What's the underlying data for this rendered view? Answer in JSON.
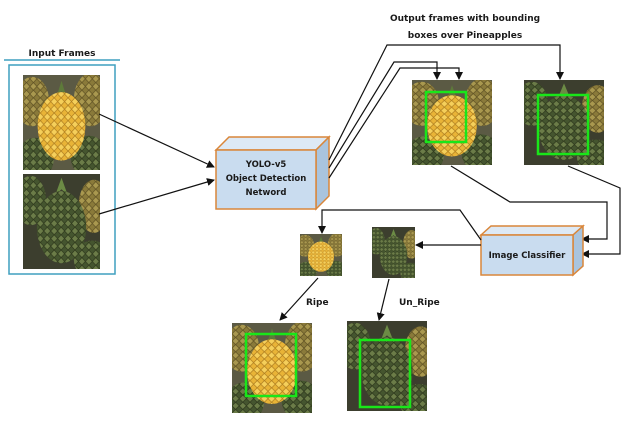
{
  "input_panel": {
    "title": "Input Frames"
  },
  "yolo_block": {
    "line1": "YOLO-v5",
    "line2": "Object Detection",
    "line3": "Netword"
  },
  "output_title": {
    "line1": "Output frames with bounding",
    "line2": "boxes over Pineapples"
  },
  "classifier_block": {
    "label": "Image Classifier"
  },
  "labels": {
    "ripe": "Ripe",
    "unripe": "Un_Ripe"
  },
  "colors": {
    "block_fill": "#c9dcef",
    "block_border": "#d9863a",
    "panel_border": "#3f9fbf",
    "bbox": "#19e619",
    "ripe_fruit": "#e9b437",
    "unripe_fruit": "#4e5e36"
  }
}
